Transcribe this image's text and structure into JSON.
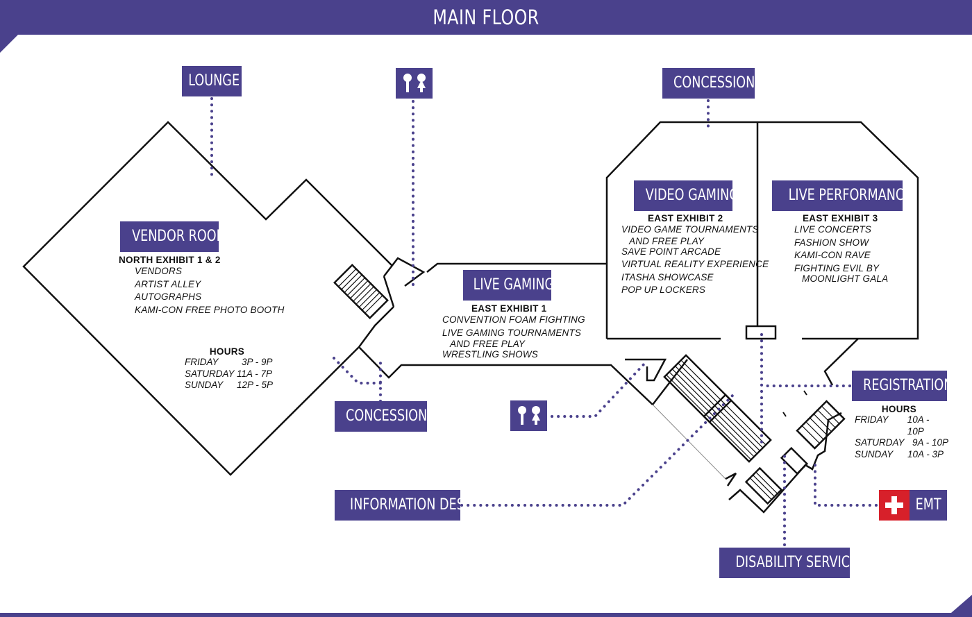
{
  "title": "MAIN FLOOR",
  "colors": {
    "brand": "#4a418c",
    "emt_red": "#d7202a",
    "line": "#111111"
  },
  "labels": {
    "lounge": "LOUNGE",
    "concessions_top": "CONCESSIONS",
    "concessions_bottom": "CONCESSIONS",
    "vendor_room": "VENDOR ROOM",
    "live_gaming": "LIVE GAMING",
    "video_gaming": "VIDEO GAMING",
    "live_performances": "LIVE PERFORMANCES",
    "registration": "REGISTRATION",
    "information_desk": "INFORMATION DESK",
    "disability_services": "DISABILITY SERVICES",
    "emt": "EMT"
  },
  "icons": {
    "restroom": "restroom-icon",
    "first_aid": "first-aid-cross-icon"
  },
  "vendor": {
    "heading": "NORTH EXHIBIT 1 & 2",
    "items": [
      "VENDORS",
      "ARTIST ALLEY",
      "AUTOGRAPHS",
      "KAMI-CON FREE PHOTO BOOTH"
    ],
    "hours_heading": "HOURS",
    "hours": [
      {
        "day": "FRIDAY",
        "time": "3P - 9P"
      },
      {
        "day": "SATURDAY",
        "time": "11A - 7P"
      },
      {
        "day": "SUNDAY",
        "time": "12P - 5P"
      }
    ]
  },
  "live_gaming": {
    "heading": "EAST EXHIBIT 1",
    "items": [
      "CONVENTION FOAM FIGHTING",
      "LIVE GAMING TOURNAMENTS",
      "AND FREE PLAY",
      "WRESTLING SHOWS"
    ]
  },
  "video_gaming": {
    "heading": "EAST EXHIBIT 2",
    "items": [
      "VIDEO GAME TOURNAMENTS",
      "AND FREE PLAY",
      "SAVE POINT ARCADE",
      "VIRTUAL REALITY EXPERIENCE",
      "ITASHA SHOWCASE",
      "POP UP LOCKERS"
    ]
  },
  "live_performances": {
    "heading": "EAST EXHIBIT 3",
    "items": [
      "LIVE CONCERTS",
      "FASHION SHOW",
      "KAMI-CON RAVE",
      "FIGHTING EVIL BY",
      "MOONLIGHT GALA"
    ]
  },
  "registration": {
    "hours_heading": "HOURS",
    "hours": [
      {
        "day": "FRIDAY",
        "time": "10A - 10P"
      },
      {
        "day": "SATURDAY",
        "time": "9A - 10P"
      },
      {
        "day": "SUNDAY",
        "time": "10A - 3P"
      }
    ]
  }
}
